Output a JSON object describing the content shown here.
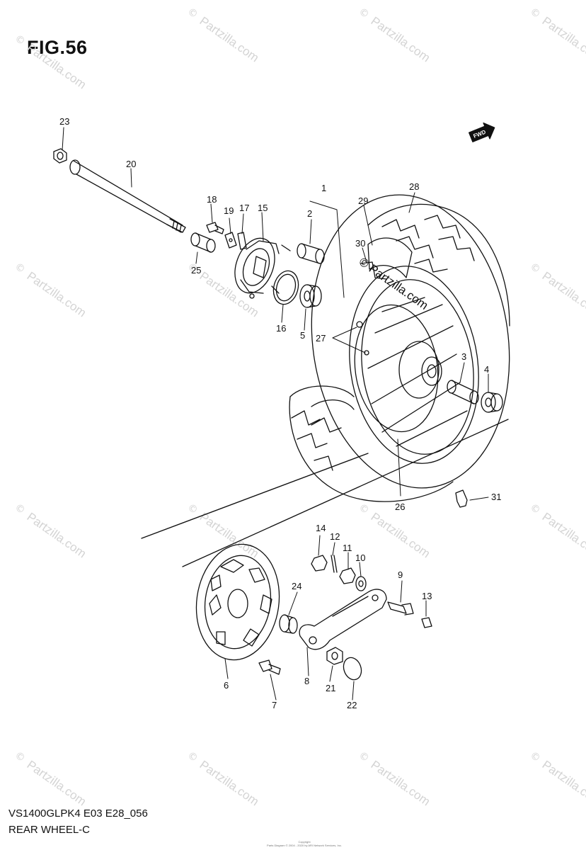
{
  "figure": {
    "title": "FIG.56",
    "model_code": "VS1400GLPK4 E03 E28_056",
    "name": "REAR WHEEL-C",
    "copyright_lines": [
      "Copyright",
      "Parts Diagram © 2004 - 2020 by ARI Network Services, Inc."
    ]
  },
  "watermark": {
    "text": "Partzilla.com",
    "symbol": "©",
    "center_text": "© Partzilla.com"
  },
  "direction_badge": "FWD",
  "callouts": [
    {
      "id": "23",
      "label": "23"
    },
    {
      "id": "20",
      "label": "20"
    },
    {
      "id": "18",
      "label": "18"
    },
    {
      "id": "19",
      "label": "19"
    },
    {
      "id": "17",
      "label": "17"
    },
    {
      "id": "15",
      "label": "15"
    },
    {
      "id": "25",
      "label": "25"
    },
    {
      "id": "1",
      "label": "1"
    },
    {
      "id": "2",
      "label": "2"
    },
    {
      "id": "29",
      "label": "29"
    },
    {
      "id": "28",
      "label": "28"
    },
    {
      "id": "30",
      "label": "30"
    },
    {
      "id": "16",
      "label": "16"
    },
    {
      "id": "5",
      "label": "5"
    },
    {
      "id": "27",
      "label": "27"
    },
    {
      "id": "3",
      "label": "3"
    },
    {
      "id": "4",
      "label": "4"
    },
    {
      "id": "26",
      "label": "26"
    },
    {
      "id": "31",
      "label": "31"
    },
    {
      "id": "14",
      "label": "14"
    },
    {
      "id": "12",
      "label": "12"
    },
    {
      "id": "11",
      "label": "11"
    },
    {
      "id": "10",
      "label": "10"
    },
    {
      "id": "9",
      "label": "9"
    },
    {
      "id": "13",
      "label": "13"
    },
    {
      "id": "24",
      "label": "24"
    },
    {
      "id": "6",
      "label": "6"
    },
    {
      "id": "7",
      "label": "7"
    },
    {
      "id": "8",
      "label": "8"
    },
    {
      "id": "21",
      "label": "21"
    },
    {
      "id": "22",
      "label": "22"
    }
  ]
}
